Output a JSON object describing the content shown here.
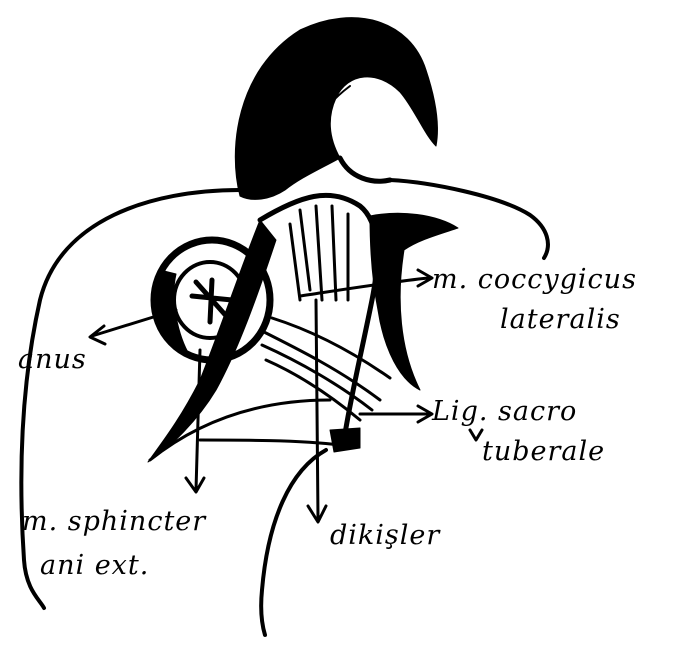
{
  "labels": {
    "coccygicus_line1": "m. coccygicus",
    "coccygicus_line2": "lateralis",
    "anus": "anus",
    "sacro_line1": "Lig. sacro",
    "sacro_line2": "tuberale",
    "sphincter_line1": "m. sphincter",
    "sphincter_line2": "ani ext.",
    "sutures": "dikişler"
  },
  "colors": {
    "ink": "#000000",
    "paper": "#ffffff"
  }
}
